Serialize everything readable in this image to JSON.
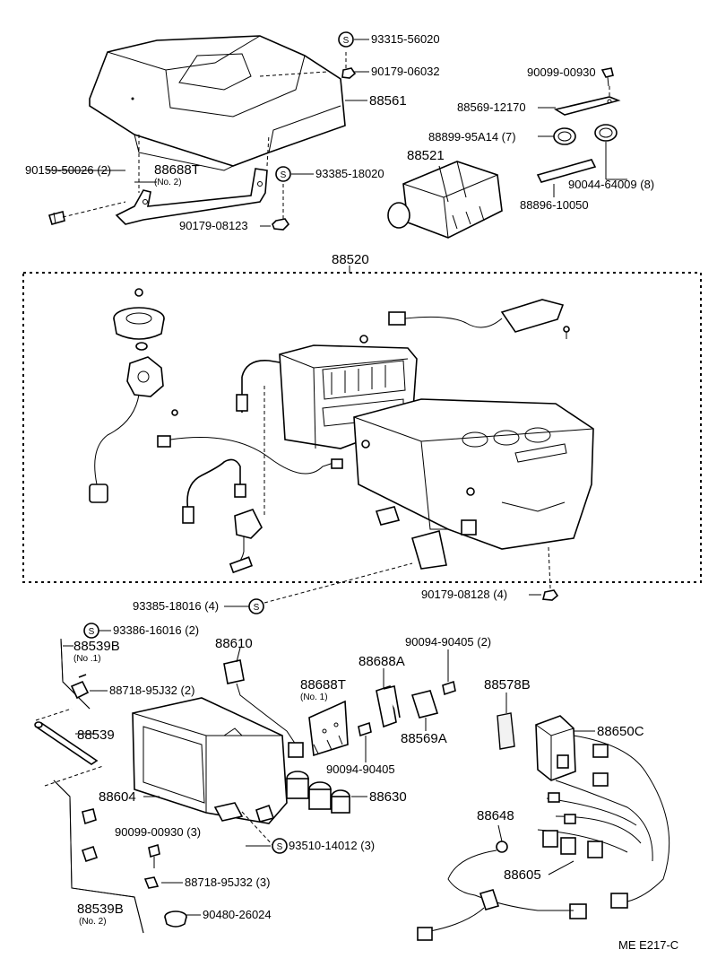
{
  "labels": {
    "p93315_56020": "93315-56020",
    "p90179_06032": "90179-06032",
    "p90099_00930_top": "90099-00930",
    "p88561": "88561",
    "p88569_12170": "88569-12170",
    "p88899_95A14": "88899-95A14 (7)",
    "p88521": "88521",
    "p90044_64009": "90044-64009 (8)",
    "p88896_10050": "88896-10050",
    "p90159_50026": "90159-50026 (2)",
    "p88688T_top": "88688T",
    "p88688T_top_no": "(No. 2)",
    "p93385_18020": "93385-18020",
    "p90179_08123": "90179-08123",
    "p88520": "88520",
    "p93385_18016": "93385-18016 (4)",
    "p90179_08128": "90179-08128 (4)",
    "p93386_16016": "93386-16016 (2)",
    "p88539B_1": "88539B",
    "p88539B_1_no": "(No .1)",
    "p88718_95J32_a": "88718-95J32 (2)",
    "p88610": "88610",
    "p88688A": "88688A",
    "p90094_90405_a": "90094-90405 (2)",
    "p88578B": "88578B",
    "p88688T_bot": "88688T",
    "p88688T_bot_no": "(No. 1)",
    "p88569A": "88569A",
    "p88650C": "88650C",
    "p88539": "88539",
    "p90094_90405_b": "90094-90405",
    "p88630": "88630",
    "p88604": "88604",
    "p88648": "88648",
    "p90099_00930_bot": "90099-00930 (3)",
    "p93510_14012": "93510-14012 (3)",
    "p88605": "88605",
    "p88718_95J32_b": "88718-95J32 (3)",
    "p88539B_2": "88539B",
    "p88539B_2_no": "(No. 2)",
    "p90480_26024": "90480-26024",
    "footer_code": "ME  E217-C",
    "s_marker": "S"
  }
}
